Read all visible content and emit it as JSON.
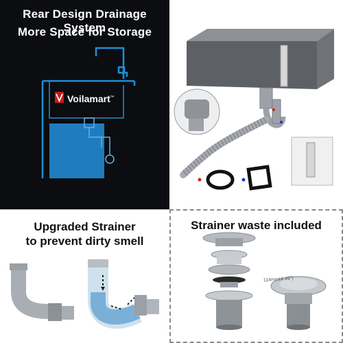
{
  "top_left": {
    "headline_1": "Rear Design Drainage System",
    "headline_2": "More Space for Storage",
    "brand_name": "Voilamart",
    "brand_mark": "™",
    "accent_blue": "#1e8fd8",
    "brand_red": "#c91a1a"
  },
  "bottom_left": {
    "caption_1": "Upgraded Strainer",
    "caption_2": "to prevent dirty smell"
  },
  "bottom_right": {
    "caption": "Strainer waste included",
    "dimension_label": "114mm(4.49\")"
  }
}
